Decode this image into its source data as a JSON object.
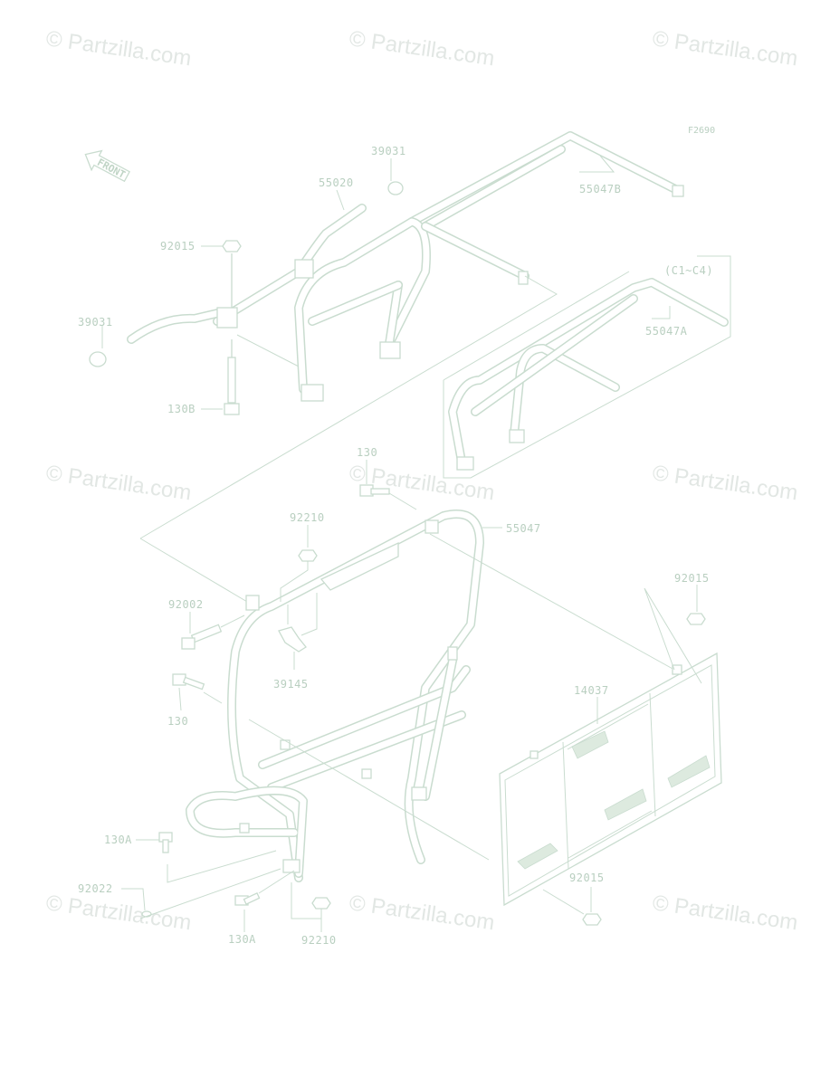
{
  "watermark": "© Partzilla.com",
  "figure_code": "F2690",
  "front_label": "FRONT",
  "callouts": {
    "c39031_top": "39031",
    "c55020": "55020",
    "c55047B": "55047B",
    "c92015_top": "92015",
    "c39031_left": "39031",
    "c130B": "130B",
    "c55047A": "55047A",
    "variant": "(C1~C4)",
    "c130_top": "130",
    "c92210_top": "92210",
    "c55047": "55047",
    "c92002": "92002",
    "c39145": "39145",
    "c130_left": "130",
    "c92015_right": "92015",
    "c14037": "14037",
    "c130A_left": "130A",
    "c92022": "92022",
    "c130A_bottom": "130A",
    "c92210_bottom": "92210",
    "c92015_bottom": "92015"
  }
}
